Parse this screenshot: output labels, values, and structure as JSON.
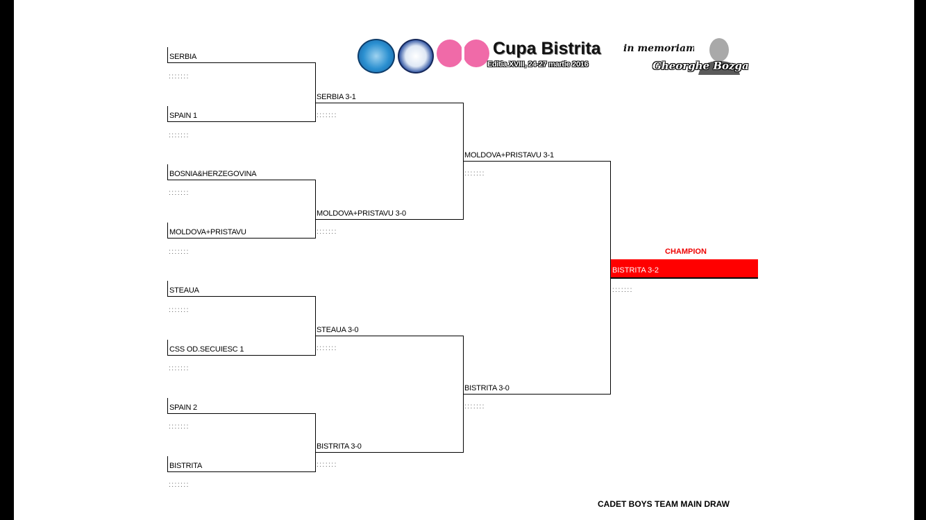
{
  "header": {
    "title": "Cupa Bistrita",
    "edition": "Editia XVIII, 24-27 martie 2016",
    "memoriam": "in memoriam",
    "person": "Gheorghe Bozga"
  },
  "bracket": {
    "placeholder": ":::::::",
    "round1": [
      "SERBIA",
      "SPAIN 1",
      "BOSNIA&HERZEGOVINA",
      "MOLDOVA+PRISTAVU",
      "STEAUA",
      "CSS OD.SECUIESC 1",
      "SPAIN 2",
      "BISTRITA"
    ],
    "round2": [
      "SERBIA 3-1",
      "MOLDOVA+PRISTAVU 3-0",
      "STEAUA 3-0",
      "BISTRITA 3-0"
    ],
    "semis": [
      "MOLDOVA+PRISTAVU 3-1",
      "BISTRITA 3-0"
    ],
    "champion_label": "CHAMPION",
    "champion": "BISTRITA 3-2"
  },
  "footer": {
    "title": "CADET BOYS TEAM MAIN DRAW"
  },
  "colors": {
    "champion_bg": "#ff0000",
    "champion_label": "#e00000"
  }
}
